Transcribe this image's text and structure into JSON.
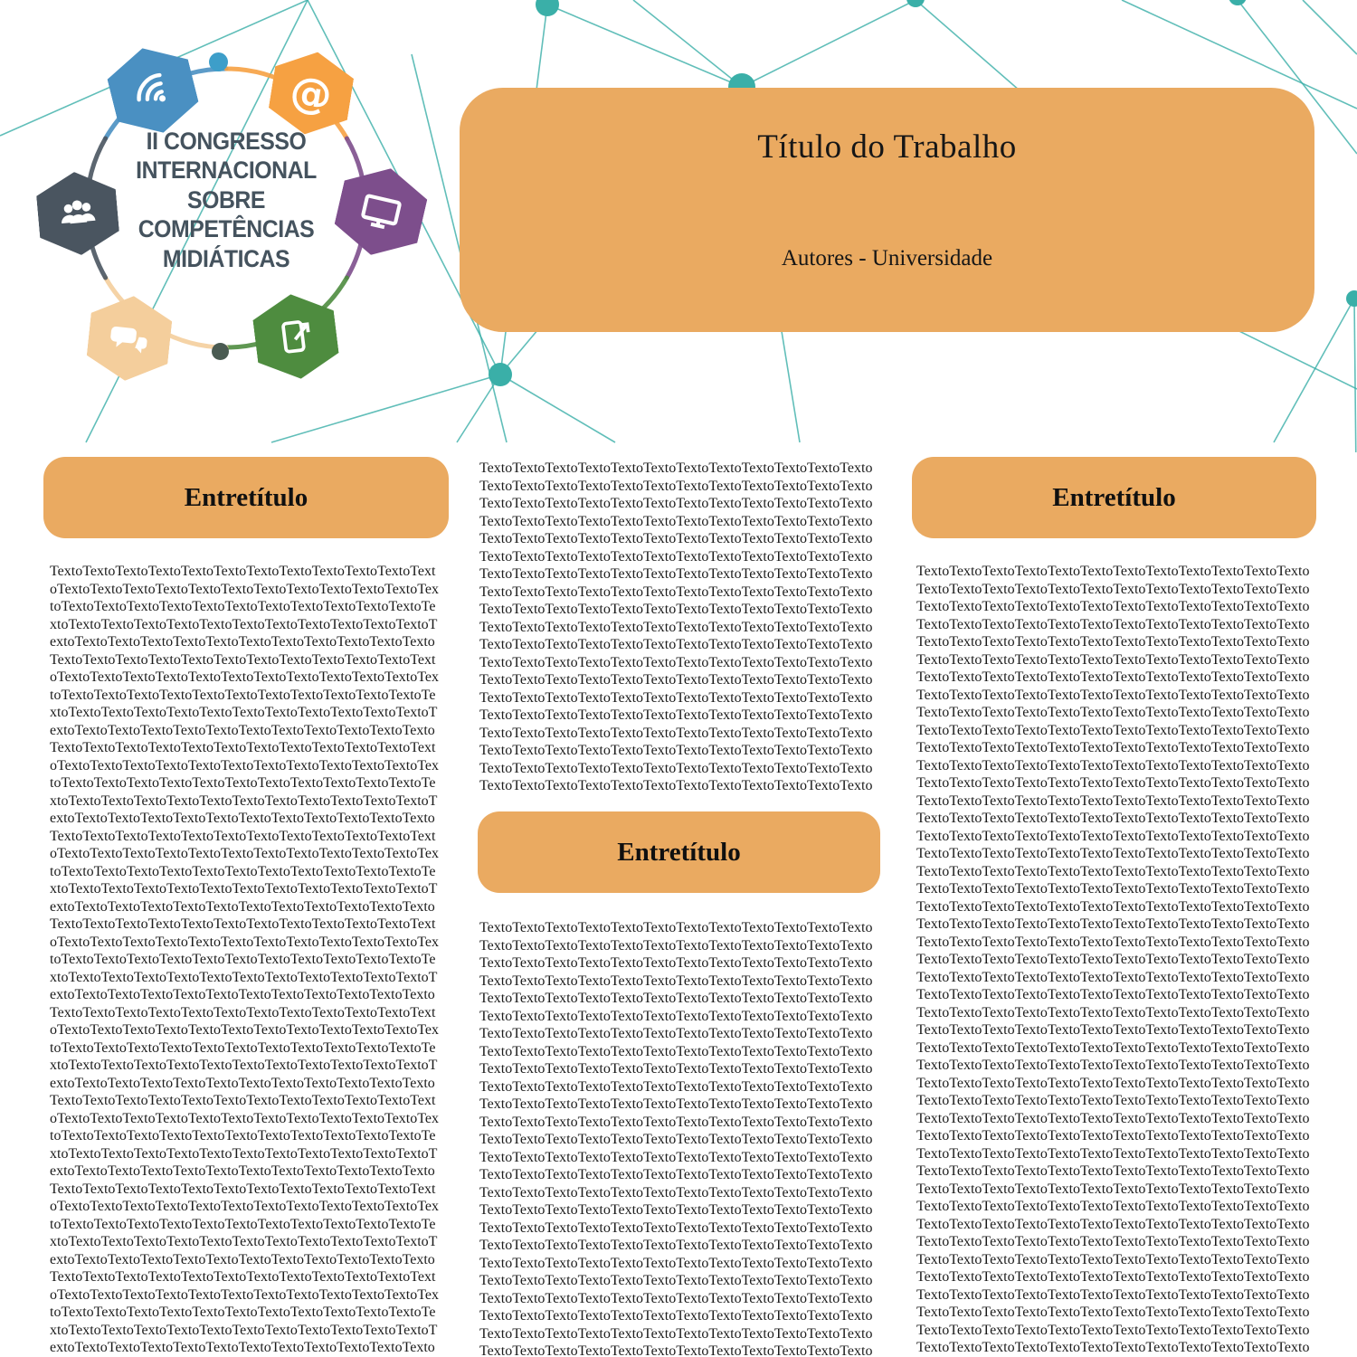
{
  "header": {
    "title": "Título do Trabalho",
    "authors": "Autores - Universidade"
  },
  "logo": {
    "line1": "II CONGRESSO",
    "line2": "INTERNACIONAL",
    "line3": "SOBRE",
    "line4": "COMPETÊNCIAS",
    "line5": "MIDIÁTICAS",
    "at_symbol": "@"
  },
  "sections": {
    "left": {
      "heading": "Entretítulo"
    },
    "middle": {
      "heading": "Entretítulo"
    },
    "right": {
      "heading": "Entretítulo"
    }
  },
  "filler": {
    "unit": "Texto",
    "left_repeat": 580,
    "middle_top_repeat": 240,
    "middle_bottom_repeat": 330,
    "right_repeat": 580
  },
  "colors": {
    "accent": "#EAAA61",
    "network": "#3AAFA8",
    "logo_blue": "#4A90C2",
    "logo_orange": "#F6A142",
    "logo_purple": "#7D4E8C",
    "logo_green": "#4E8C3F",
    "logo_tan": "#F4CE9C",
    "logo_slate": "#4A5560",
    "dot_teal": "#3D9EC9",
    "dot_dark": "#4A5B52"
  }
}
